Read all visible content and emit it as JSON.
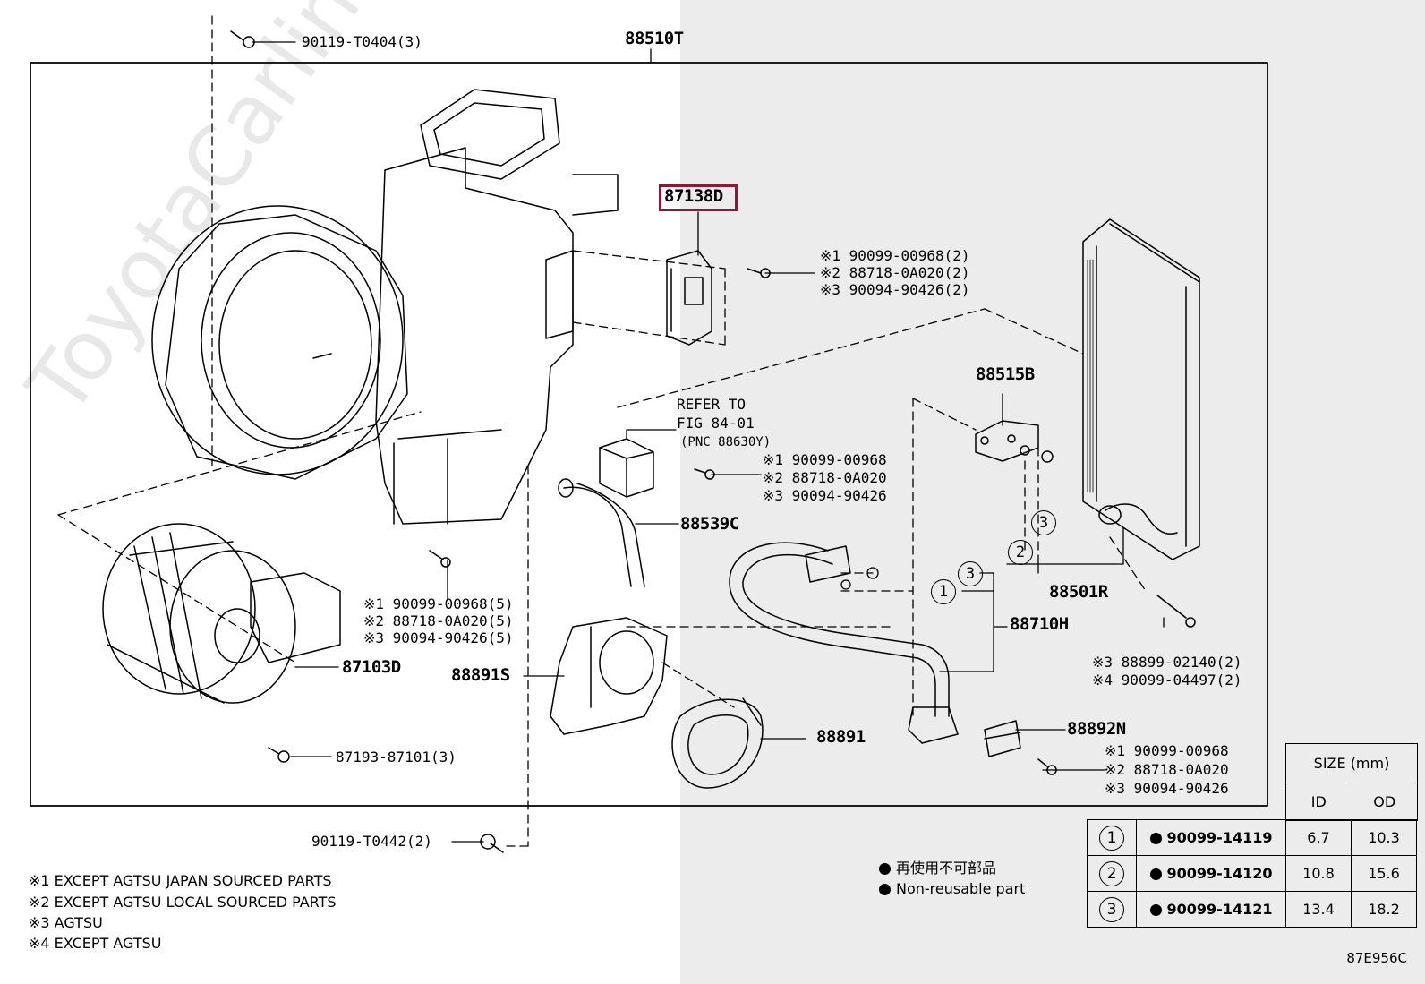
{
  "main_part": "88510T",
  "highlight_part": "87138D",
  "callouts": {
    "screw_top": "90119-T0404(3)",
    "screw_bottom": "90119-T0442(2)",
    "resistor_screws": [
      "※1 90099-00968(2)",
      "※2 88718-0A020(2)",
      "※3 90094-90426(2)"
    ],
    "refer_to": [
      "REFER TO",
      "FIG 84-01",
      "(PNC 88630Y)"
    ],
    "refer_screws": [
      "※1 90099-00968",
      "※2 88718-0A020",
      "※3 90094-90426"
    ],
    "motor_screws": [
      "※1 90099-00968(5)",
      "※2 88718-0A020(5)",
      "※3 90094-90426(5)"
    ],
    "p88515B": "88515B",
    "p88539C": "88539C",
    "p88501R": "88501R",
    "p88710H": "88710H",
    "p87103D": "87103D",
    "p88891S": "88891S",
    "p88891": "88891",
    "p88892N": "88892N",
    "evap_screws": [
      "※3 88899-02140(2)",
      "※4 90099-04497(2)"
    ],
    "clamp_screws": [
      "※1 90099-00968",
      "※2 88718-0A020",
      "※3 90094-90426"
    ],
    "motor_screw_bottom": "87193-87101(3)",
    "circle_1": "1",
    "circle_2": "2",
    "circle_3": "3"
  },
  "footnotes": [
    "※1 EXCEPT AGTSU JAPAN SOURCED PARTS",
    "※2 EXCEPT AGTSU LOCAL SOURCED PARTS",
    "※3 AGTSU",
    "※4 EXCEPT AGTSU"
  ],
  "legend": {
    "japanese": "再使用不可部品",
    "english": "Non-reusable part"
  },
  "size_table": {
    "title": "SIZE (mm)",
    "col_id": "ID",
    "col_od": "OD",
    "rows": [
      {
        "num": "1",
        "part": "90099-14119",
        "id": "6.7",
        "od": "10.3"
      },
      {
        "num": "2",
        "part": "90099-14120",
        "id": "10.8",
        "od": "15.6"
      },
      {
        "num": "3",
        "part": "90099-14121",
        "id": "13.4",
        "od": "18.2"
      }
    ]
  },
  "figure_code": "87E956C",
  "watermark": "ToyotaCarline.ru",
  "colors": {
    "highlight": "#8b1a3a",
    "shade": "#ececec"
  }
}
